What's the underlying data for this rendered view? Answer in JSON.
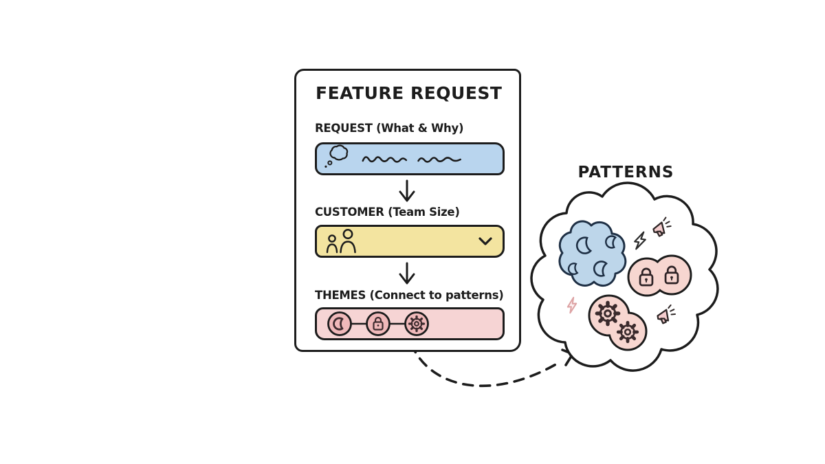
{
  "canvas": {
    "background": "#ffffff",
    "outline": "#1c1c1c"
  },
  "form": {
    "title": "FEATURE REQUEST",
    "fields": [
      {
        "id": "request",
        "label": "REQUEST (What & Why)",
        "kind": "text-input",
        "fill": "#b9d5ee",
        "content_icons": [
          "thought-bubble-icon",
          "scribble-line",
          "scribble-line"
        ]
      },
      {
        "id": "customer",
        "label": "CUSTOMER (Team Size)",
        "kind": "dropdown",
        "fill": "#f3e4a0",
        "content_icons": [
          "people-icon",
          "chevron-down-icon"
        ]
      },
      {
        "id": "themes",
        "label": "THEMES (Connect to patterns)",
        "kind": "tag-picker",
        "fill": "#f6d4d4",
        "tag_fill": "#f0b9ba",
        "tags": [
          "moon-icon",
          "lock-icon",
          "gear-icon"
        ]
      }
    ],
    "flow_arrows": 2
  },
  "patterns_cloud": {
    "title": "PATTERNS",
    "clusters": [
      {
        "icon": "moon-icon",
        "count": 4,
        "fill": "#bdd6ea"
      },
      {
        "icon": "lock-icon",
        "count": 2,
        "fill": "#f7d6d0"
      },
      {
        "icon": "gear-icon",
        "count": 2,
        "fill": "#f7d6d0"
      }
    ],
    "loose_icons": [
      "lightning-icon",
      "megaphone-icon",
      "lightning-icon",
      "megaphone-icon"
    ]
  },
  "connector": {
    "type": "dashed-arrow",
    "from": "themes-field",
    "to": "patterns-cloud"
  }
}
